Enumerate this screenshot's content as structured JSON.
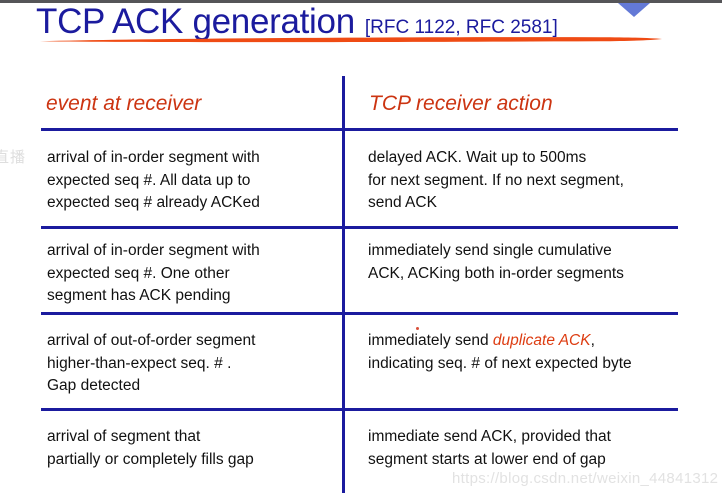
{
  "slide": {
    "title_main": "TCP ACK generation",
    "title_ref": "[RFC 1122, RFC 2581]",
    "title_color": "#1b1b9e",
    "underline_color": "#ef4b14",
    "accent_red": "#cc3411",
    "rule_color": "#1b1b9e"
  },
  "table": {
    "headers": {
      "left": "event at receiver",
      "right": "TCP receiver action"
    },
    "rows": [
      {
        "event": [
          "arrival of in-order segment with",
          "expected seq #. All data up to",
          "expected seq # already ACKed"
        ],
        "action": [
          "delayed ACK. Wait up to 500ms",
          "for next segment. If no next segment,",
          "send ACK"
        ]
      },
      {
        "event": [
          "arrival of in-order segment with",
          "expected seq #. One other",
          "segment has ACK pending"
        ],
        "action": [
          "immediately send single cumulative",
          "ACK, ACKing both in-order segments"
        ]
      },
      {
        "event": [
          "arrival of out-of-order segment",
          "higher-than-expect seq. # .",
          "Gap detected"
        ],
        "action_line1_pre": "immediately send ",
        "action_line1_em": "duplicate ACK",
        "action_line1_post": ",",
        "action_line2": "indicating seq. # of next expected byte"
      },
      {
        "event": [
          "arrival of segment that",
          "partially or completely fills gap"
        ],
        "action": [
          "immediate send ACK, provided that",
          "segment starts at lower end of gap"
        ]
      }
    ]
  },
  "watermarks": {
    "url": "https://blog.csdn.net/weixin_44841312",
    "cjk": "直播"
  }
}
